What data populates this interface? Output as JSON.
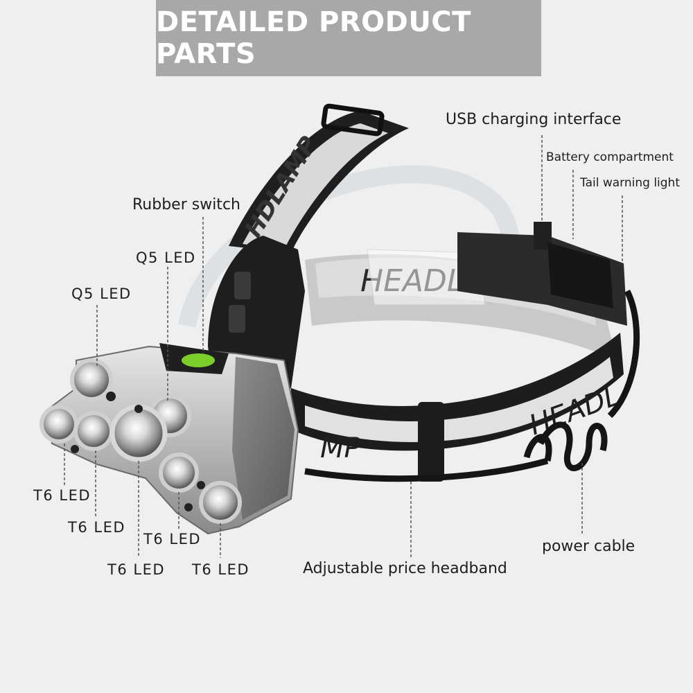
{
  "title": "DETAILED PRODUCT PARTS",
  "labels": {
    "usb": "USB charging interface",
    "battery": "Battery compartment",
    "tail": "Tail warning light",
    "rubber_switch": "Rubber switch",
    "q5_a": "Q5 LED",
    "q5_b": "Q5 LED",
    "t6_1": "T6 LED",
    "t6_2": "T6 LED",
    "t6_3": "T6 LED",
    "t6_4": "T6 LED",
    "t6_5": "T6 LED",
    "power_cable": "power cable",
    "headband": "Adjustable price headband"
  },
  "headband_prints": {
    "top_strap": "HDLAMP",
    "front_band": "HEADL",
    "side_band": "MP"
  },
  "colors": {
    "background": "#efefef",
    "title_bar": "#a8a8a8",
    "switch": "#7ccf2a"
  }
}
